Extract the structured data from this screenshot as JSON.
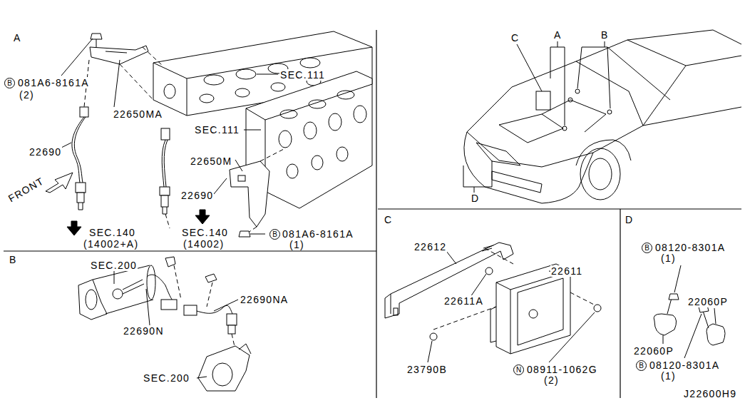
{
  "diagram": {
    "nodes": [
      {
        "text": [
          "B"
        ]
      },
      {
        "text": [
          "B"
        ]
      },
      {
        "text": [
          "N"
        ]
      },
      {
        "text": [
          "B"
        ]
      },
      {
        "text": [
          "B"
        ]
      }
    ],
    "labels": [
      "A",
      "081A6-8161A",
      "(2)",
      "22650MA",
      "SEC.111",
      "22690",
      "SEC.111",
      "FRONT",
      "22650M",
      "22690",
      "SEC.140",
      "(14002+A)",
      "SEC.140",
      "(14002)",
      "081A6-8161A",
      "(1)",
      "C",
      "A",
      "B",
      "D",
      "B",
      "SEC.200",
      "22690NA",
      "22690N",
      "SEC.200",
      "C",
      "22612",
      "22611",
      "22611A",
      "23790B",
      "08911-1062G",
      "(2)",
      "D",
      "08120-8301A",
      "(1)",
      "22060P",
      "22060P",
      "08120-8301A",
      "(1)",
      "J22600H9"
    ]
  }
}
